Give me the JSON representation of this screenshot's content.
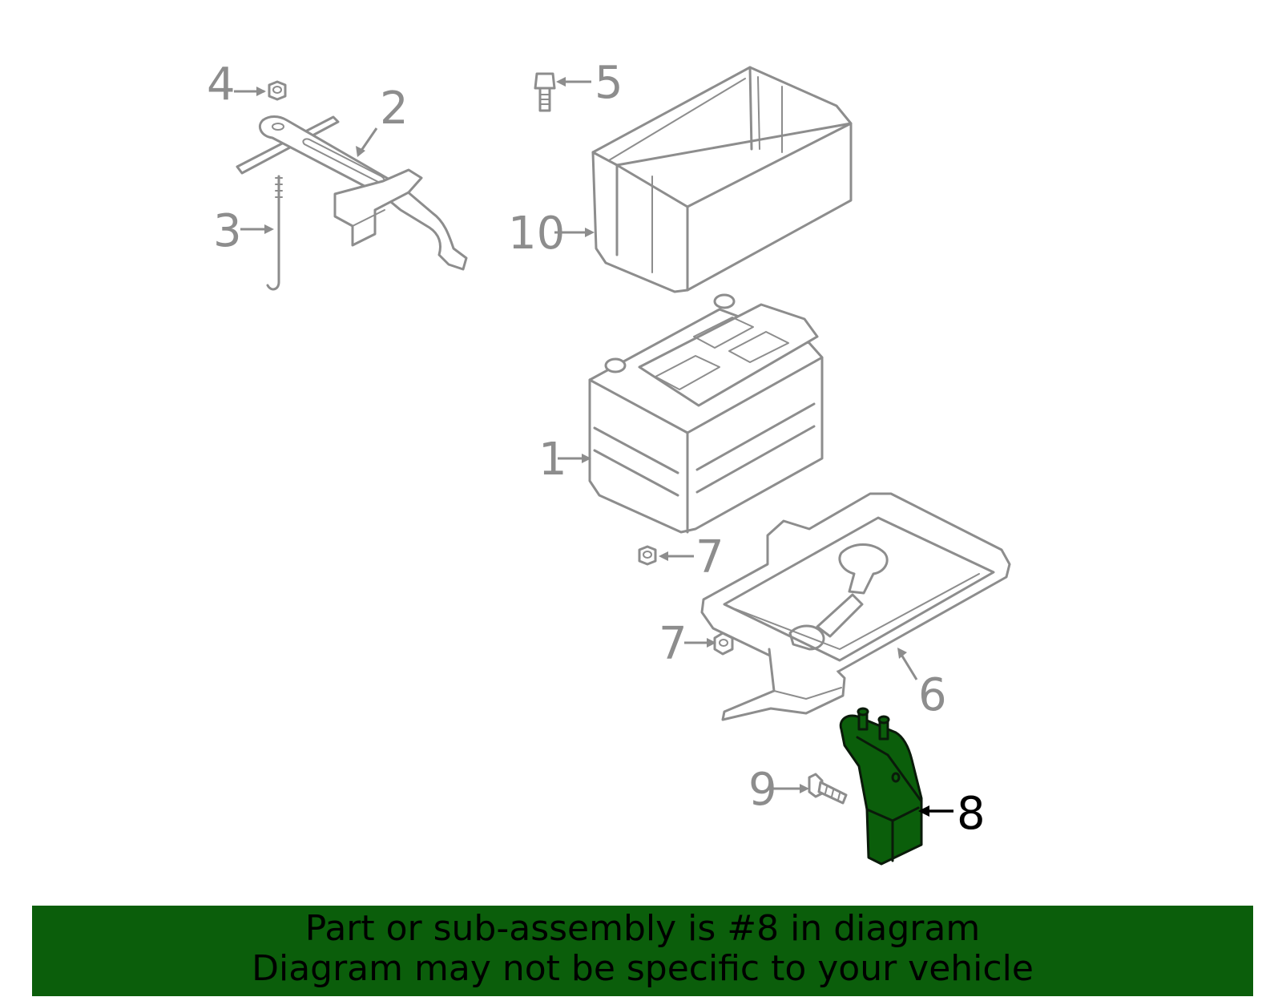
{
  "callouts": {
    "c1": "1",
    "c2": "2",
    "c3": "3",
    "c4": "4",
    "c5": "5",
    "c6": "6",
    "c7a": "7",
    "c7b": "7",
    "c8": "8",
    "c9": "9",
    "c10": "10"
  },
  "highlighted_part": "8",
  "banner": {
    "line1": "Part or sub-assembly is #8 in diagram",
    "line2": "Diagram may not be specific to your vehicle"
  },
  "colors": {
    "highlight": "#0b5e0b",
    "banner_background": "#0b5e0b",
    "banner_text": "#000000",
    "part_line": "#8d8d8d"
  }
}
